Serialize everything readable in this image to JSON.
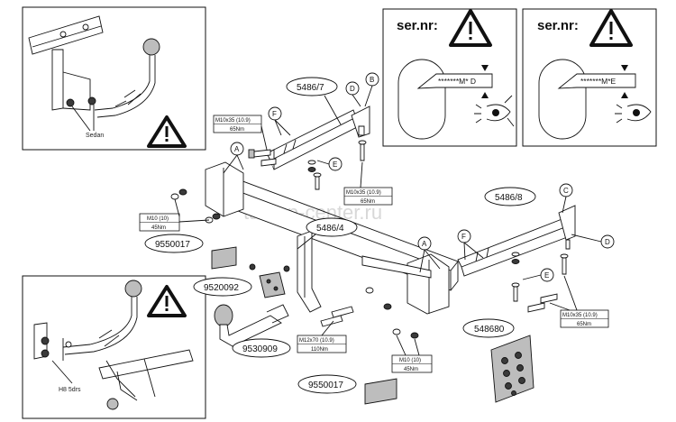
{
  "watermark": "tarkop-center.ru",
  "insets": {
    "top_left_label": "Sedan",
    "bottom_left_label": "H8 5drs"
  },
  "serial_panels": [
    {
      "title": "ser.nr:",
      "code": "*******M* D"
    },
    {
      "title": "ser.nr:",
      "code": "*******M*E"
    }
  ],
  "part_numbers": {
    "bracket_left": "5486/7",
    "bracket_right": "5486/8",
    "crossbar": "5486/4",
    "plate_top": "9550017",
    "socket_plate": "9520092",
    "ball": "9530909",
    "electrical_kit": "548680",
    "plate_bottom": "9550017"
  },
  "letters": [
    "A",
    "B",
    "C",
    "D",
    "E",
    "F"
  ],
  "bolt_specs": {
    "m10x35_top_left": {
      "size": "M10x35 (10.9)",
      "torque": "65Nm"
    },
    "m10x35_middle": {
      "size": "M10x35 (10.9)",
      "torque": "65Nm"
    },
    "m10_left": {
      "size": "M10 (10)",
      "torque": "45Nm"
    },
    "m12x70": {
      "size": "M12x70 (10.9)",
      "torque": "110Nm"
    },
    "m10_bottom": {
      "size": "M10 (10)",
      "torque": "45Nm"
    },
    "m10x35_right": {
      "size": "M10x35 (10.9)",
      "torque": "65Nm"
    }
  },
  "warning_icon": "warning-triangle-icon",
  "eye_icon": "eye-icon",
  "colors": {
    "line": "#111111",
    "watermark": "#d8d8d8",
    "background": "#ffffff"
  }
}
